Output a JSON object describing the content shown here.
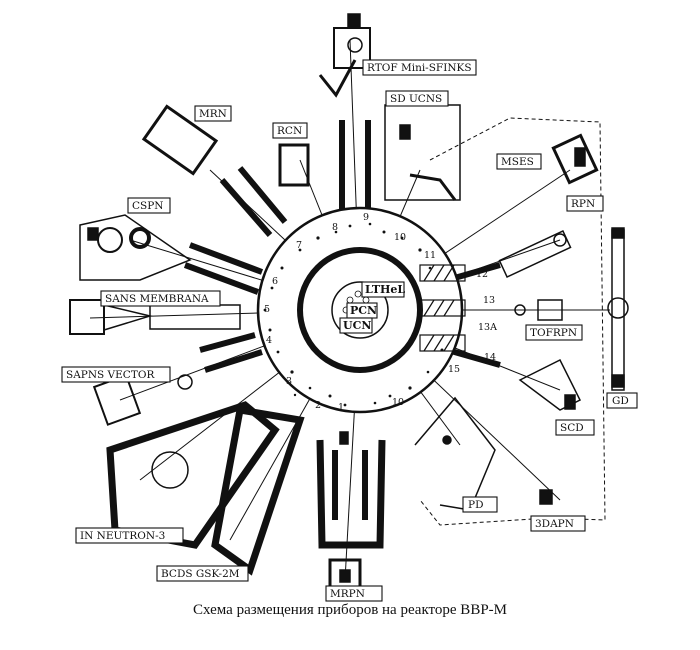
{
  "caption": "Схема размещения приборов на реакторе ВВР-М",
  "instruments": {
    "rtof": "RTOF Mini-SFINKS",
    "sd_ucns": "SD UCNS",
    "mrn": "MRN",
    "rcn": "RCN",
    "mses": "MSES",
    "cspn": "CSPN",
    "rpn": "RPN",
    "sans_membrana": "SANS MEMBRANA",
    "tofrpn": "TOFRPN",
    "sapns_vector": "SAPNS VECTOR",
    "gd": "GD",
    "scd": "SCD",
    "pd": "PD",
    "in_neutron": "IN NEUTRON-3",
    "threedapn": "3DAPN",
    "bcds": "BCDS GSK-2M",
    "mrpn": "MRPN"
  },
  "core": {
    "lthel": "LTHeL",
    "pcn": "PCN",
    "ucn": "UCN"
  },
  "channels": [
    "1",
    "2",
    "3",
    "4",
    "5",
    "6",
    "7",
    "8",
    "9",
    "10",
    "10",
    "11",
    "12",
    "13",
    "13A",
    "14",
    "15"
  ]
}
